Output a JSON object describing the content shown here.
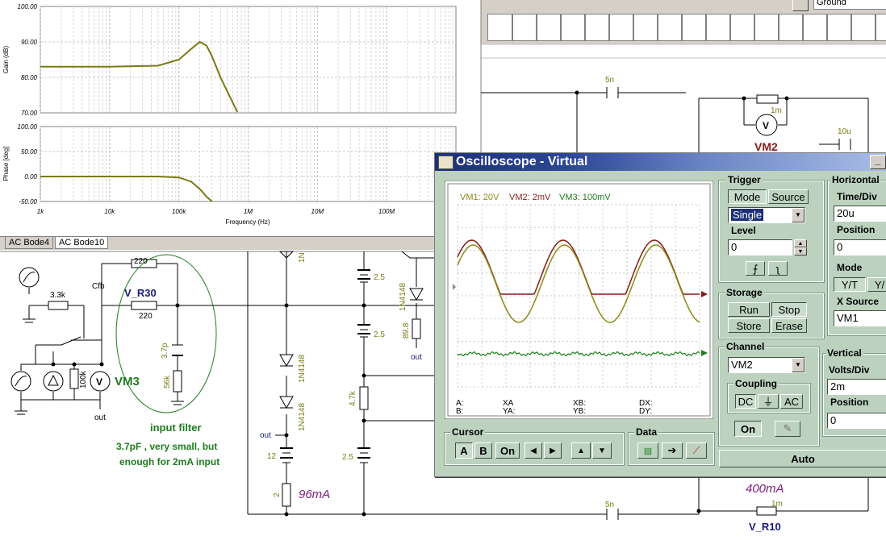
{
  "bode": {
    "gain_axis_label": "Gain (dB)",
    "phase_axis_label": "Phase [deg]",
    "x_axis_label": "Frequency (Hz)",
    "gain_ticks": [
      "100.00",
      "90.00",
      "80.00",
      "70.00"
    ],
    "phase_ticks": [
      "100.00",
      "50.00",
      "0.00",
      "-50.00"
    ],
    "freq_ticks": [
      "1k",
      "10k",
      "100k",
      "1M",
      "10M",
      "100M"
    ]
  },
  "chart_data": [
    {
      "type": "line",
      "title": "",
      "xlabel": "Frequency (Hz)",
      "ylabel": "Gain (dB)",
      "x_scale": "log",
      "xlim": [
        1000,
        1000000000
      ],
      "ylim": [
        70,
        100
      ],
      "series": [
        {
          "x": [
            1000,
            10000,
            50000,
            100000,
            150000,
            200000,
            250000,
            300000,
            400000,
            500000,
            700000
          ],
          "y": [
            83,
            83,
            83.3,
            85,
            88,
            90,
            89,
            86,
            80,
            76,
            70.2
          ]
        }
      ]
    },
    {
      "type": "line",
      "title": "",
      "xlabel": "Frequency (Hz)",
      "ylabel": "Phase [deg]",
      "x_scale": "log",
      "xlim": [
        1000,
        1000000000
      ],
      "ylim": [
        -50,
        100
      ],
      "series": [
        {
          "x": [
            1000,
            10000,
            50000,
            100000,
            150000,
            200000,
            250000,
            300000
          ],
          "y": [
            0,
            0,
            0,
            -2,
            -10,
            -25,
            -40,
            -50
          ]
        }
      ]
    }
  ],
  "tabs": [
    "AC Bode4",
    "AC Bode10"
  ],
  "right_top": {
    "field_text": "Ground"
  },
  "schematic": {
    "labels": {
      "r220a": "220",
      "r220b": "220",
      "cfb": "Cfb",
      "vr30": "V_R30",
      "r33k": "3.3k",
      "r100k": "100k",
      "vm3": "VM3",
      "out1": "out",
      "c37p": "3.7p",
      "r56k": "56k",
      "filter_title": "input filter",
      "filter_line1": "3.7pF , very small, but",
      "filter_line2": "enough for 2mA input",
      "d1": "1N4148",
      "d2": "1N4148",
      "d_top": "1N",
      "out2": "out",
      "v12": "12",
      "r2": "2",
      "i96": "96mA",
      "b25a": "2.5",
      "b25b": "2.5",
      "b25c": "2.5",
      "r47k": "4.7k",
      "d3": "1N4148",
      "r898": "89.8",
      "out3": "out",
      "c5n_top": "5n",
      "c5n_bot": "5n",
      "r1m_top": "1m",
      "r1m_bot": "1m",
      "vm2": "VM2",
      "c10u": "10u",
      "i400": "400mA",
      "vr10": "V_R10",
      "v_sym": "V"
    }
  },
  "oscilloscope": {
    "title": "Oscilloscope - Virtual",
    "minimize": "_",
    "channels_legend": [
      {
        "text": "VM1: 20V",
        "color": "#8c8a14"
      },
      {
        "text": "VM2: 2mV",
        "color": "#8a1a1a"
      },
      {
        "text": "VM3: 100mV",
        "color": "#1e7d1e"
      }
    ],
    "readouts": {
      "a": "A:",
      "b": "B:",
      "xa": "XA",
      "ya": "YA:",
      "xb": "XB:",
      "yb": "YB:",
      "dx": "DX:",
      "dy": "DY:"
    },
    "trigger": {
      "label": "Trigger",
      "mode_btn": "Mode",
      "source_btn": "Source",
      "mode_value": "Single",
      "level_label": "Level",
      "level_value": "0",
      "edge_rise_icon": "rising-edge-icon",
      "edge_fall_icon": "falling-edge-icon"
    },
    "horizontal": {
      "label": "Horizontal",
      "timediv_label": "Time/Div",
      "timediv_value": "20u",
      "position_label": "Position",
      "position_value": "0",
      "mode_label": "Mode",
      "mode_yt": "Y/T",
      "mode_yx": "Y/",
      "xsource_label": "X Source",
      "xsource_value": "VM1"
    },
    "storage": {
      "label": "Storage",
      "run": "Run",
      "stop": "Stop",
      "store": "Store",
      "erase": "Erase"
    },
    "channel": {
      "label": "Channel",
      "value": "VM2",
      "coupling_label": "Coupling",
      "dc": "DC",
      "gnd_icon": "ground-icon",
      "ac": "AC",
      "on": "On",
      "pen_icon": "pen-icon"
    },
    "vertical": {
      "label": "Vertical",
      "voltsdiv_label": "Volts/Div",
      "voltsdiv_value": "2m",
      "position_label": "Position",
      "position_value": "0"
    },
    "cursor": {
      "label": "Cursor",
      "a": "A",
      "b": "B",
      "on": "On"
    },
    "data": {
      "label": "Data"
    },
    "auto": "Auto"
  }
}
